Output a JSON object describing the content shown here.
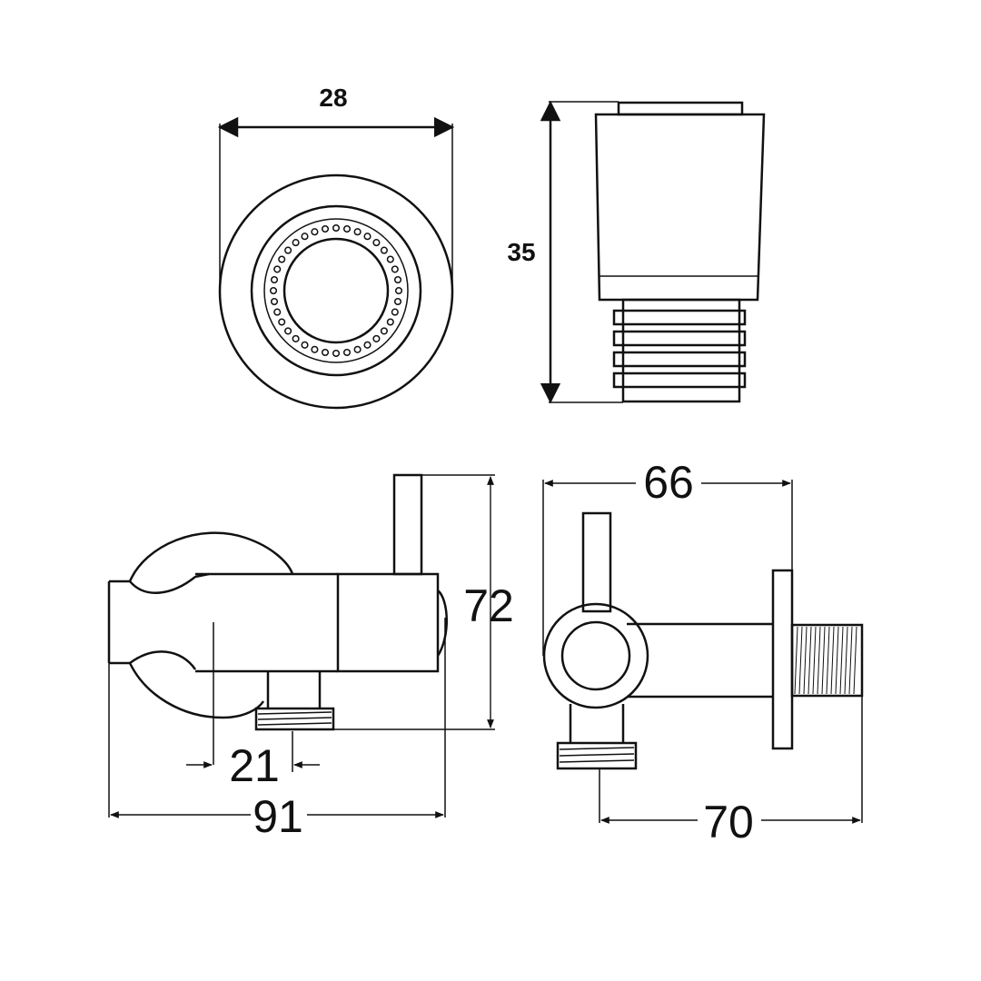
{
  "dimensions": {
    "head_width": "28",
    "head_height": "35",
    "valve_height": "72",
    "outlet_offset": "21",
    "valve_length": "91",
    "flange_depth": "66",
    "overall_depth": "70"
  },
  "colors": {
    "line": "#111111",
    "background": "#ffffff"
  }
}
